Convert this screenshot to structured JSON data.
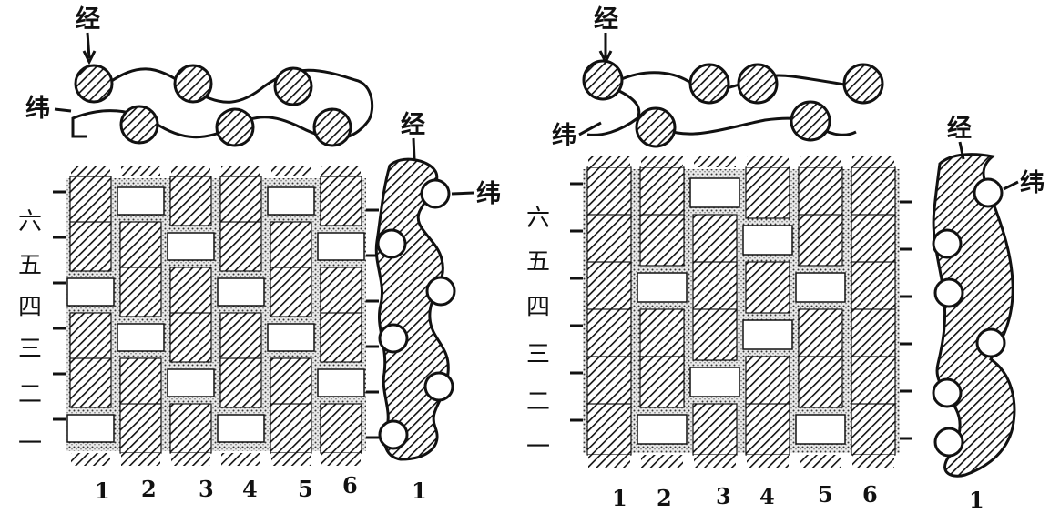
{
  "labels": {
    "warp": "经",
    "weft": "纬"
  },
  "row_labels": [
    "六",
    "五",
    "四",
    "三",
    "二",
    "一"
  ],
  "col_labels": [
    "1",
    "2",
    "3",
    "4",
    "5",
    "6"
  ],
  "section_labels": [
    "1",
    "1"
  ],
  "colors": {
    "ink": "#111111",
    "paper": "#ffffff"
  },
  "panels": [
    {
      "name": "left-weave",
      "weave_rows": [
        [
          1,
          0,
          1,
          1,
          0,
          1
        ],
        [
          1,
          1,
          0,
          1,
          1,
          0
        ],
        [
          0,
          1,
          1,
          0,
          1,
          1
        ],
        [
          1,
          0,
          1,
          1,
          0,
          1
        ],
        [
          1,
          1,
          0,
          1,
          1,
          0
        ],
        [
          0,
          1,
          1,
          0,
          1,
          1
        ]
      ]
    },
    {
      "name": "right-weave",
      "weave_rows": [
        [
          1,
          1,
          0,
          1,
          1,
          1
        ],
        [
          1,
          1,
          1,
          0,
          1,
          1
        ],
        [
          1,
          0,
          1,
          1,
          0,
          1
        ],
        [
          1,
          1,
          1,
          0,
          1,
          1
        ],
        [
          1,
          1,
          0,
          1,
          1,
          1
        ],
        [
          1,
          0,
          1,
          1,
          0,
          1
        ]
      ]
    }
  ]
}
